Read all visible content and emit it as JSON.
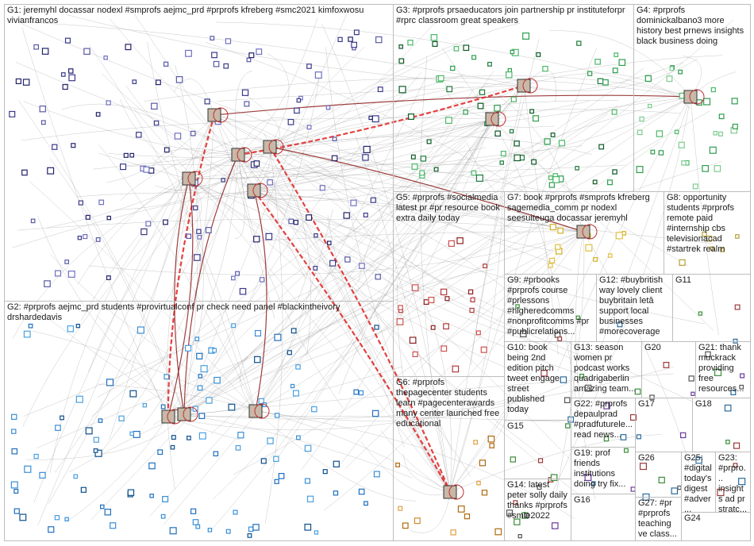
{
  "groups": [
    {
      "id": "G1",
      "label": "G1: jeremyhl docassar nodexl #smprofs aejmc_prd #prprofs kfreberg #smc2021 kimfoxwosu vivianfrancos",
      "accent": "#3a3a8c"
    },
    {
      "id": "G2",
      "label": "G2: #prprofs aejmc_prd students #provirtualconf pr check need panel #blackintheivory drshardedavis",
      "accent": "#1f6fbf"
    },
    {
      "id": "G3",
      "label": "G3: #prprofs prsaeducators join partnership pr instituteforpr #rprc classroom great speakers",
      "accent": "#1e7a3c"
    },
    {
      "id": "G4",
      "label": "G4: #prprofs dominickalbano3 more history best prnews insights black business doing",
      "accent": "#2e9e4f"
    },
    {
      "id": "G5",
      "label": "G5: #prprofs #socialmedia latest pr #pr resource book extra daily today",
      "accent": "#b03a3a"
    },
    {
      "id": "G6",
      "label": "G6: #prprofs thepagecenter students learn #pagecenterawards many center launched free educational",
      "accent": "#d08a2a"
    },
    {
      "id": "G7",
      "label": "G7: book #prprofs #smprofs kfreberg sagemedia_comm pr nodexl seesuiteuga docassar jeremyhl",
      "accent": "#d4b020"
    },
    {
      "id": "G8",
      "label": "G8: opportunity students #prprofs remote paid #internship cbs televisionacad #startrek realm",
      "accent": "#b3a03a"
    },
    {
      "id": "G9",
      "label": "G9: #prbooks #prprofs course #prlessons #higheredcomms #nonprofitcomms #pr #publicrelations...",
      "accent": "#888"
    },
    {
      "id": "G10",
      "label": "G10: book being 2nd edition pitch tweet engage street published today",
      "accent": "#888"
    },
    {
      "id": "G11",
      "label": "G11",
      "accent": "#6a3a9c"
    },
    {
      "id": "G12",
      "label": "G12: #buybritish way lovely client buybritain letâ support local businesses #morecoverage",
      "accent": "#888"
    },
    {
      "id": "G13",
      "label": "G13: season women pr podcast works quadrigaberlin amazing team...",
      "accent": "#888"
    },
    {
      "id": "G14",
      "label": "G14: latest peter solly daily thanks #prprofs #smle2022",
      "accent": "#888"
    },
    {
      "id": "G15",
      "label": "G15",
      "accent": "#888"
    },
    {
      "id": "G16",
      "label": "G16",
      "accent": "#888"
    },
    {
      "id": "G17",
      "label": "G17",
      "accent": "#b02020"
    },
    {
      "id": "G18",
      "label": "G18",
      "accent": "#d06020"
    },
    {
      "id": "G19",
      "label": "G19: prof friends institutions doing try fix...",
      "accent": "#888"
    },
    {
      "id": "G20",
      "label": "G20",
      "accent": "#888"
    },
    {
      "id": "G21",
      "label": "G21: thank muckrack providing free resources...",
      "accent": "#888"
    },
    {
      "id": "G22",
      "label": "G22: #prprofs depaulprad #pradfuturele... read news...",
      "accent": "#888"
    },
    {
      "id": "G23",
      "label": "G23: #prpro... insights ad pr stratc...",
      "accent": "#888"
    },
    {
      "id": "G24",
      "label": "G24",
      "accent": "#888"
    },
    {
      "id": "G25",
      "label": "G25: #digital today's digest #adver...",
      "accent": "#888"
    },
    {
      "id": "G26",
      "label": "G26",
      "accent": "#888"
    },
    {
      "id": "G27",
      "label": "G27: #pr #prprofs teaching ve class...",
      "accent": "#888"
    }
  ],
  "colors": {
    "edge_gray": "#9a9a9a",
    "edge_red": "#e02020",
    "edge_dark_red": "#8c1a1a",
    "box_border": "#bdbdbd"
  }
}
